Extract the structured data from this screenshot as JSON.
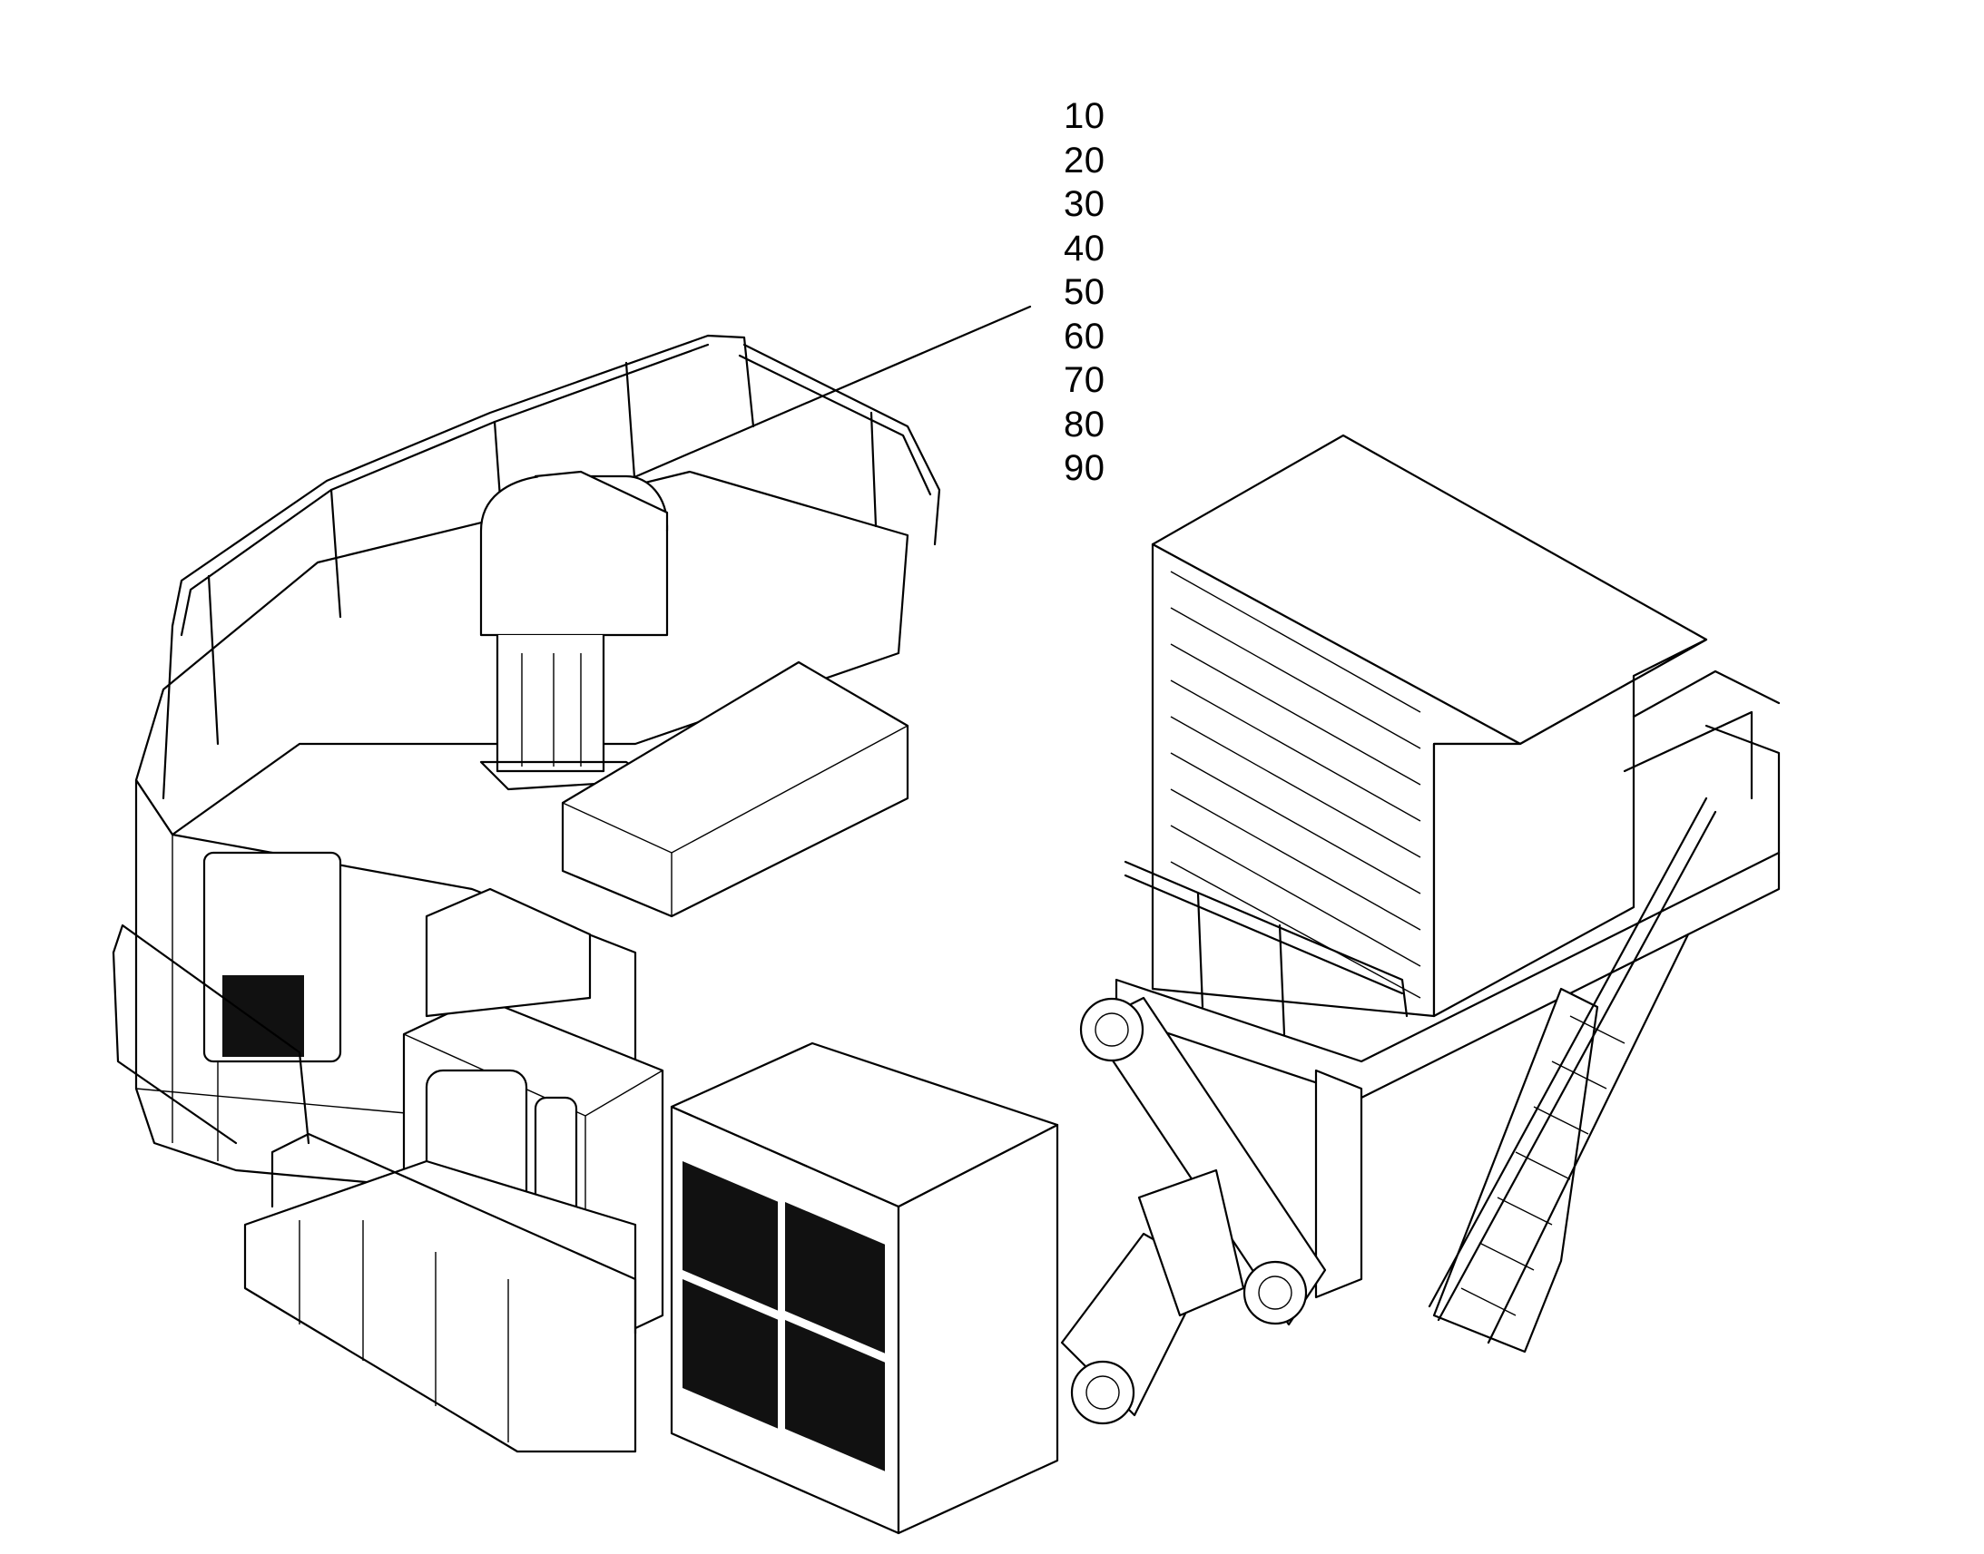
{
  "callouts": {
    "items": [
      "10",
      "20",
      "30",
      "40",
      "50",
      "60",
      "70",
      "80",
      "90"
    ]
  },
  "colors": {
    "line": "#000000",
    "background": "#ffffff"
  }
}
